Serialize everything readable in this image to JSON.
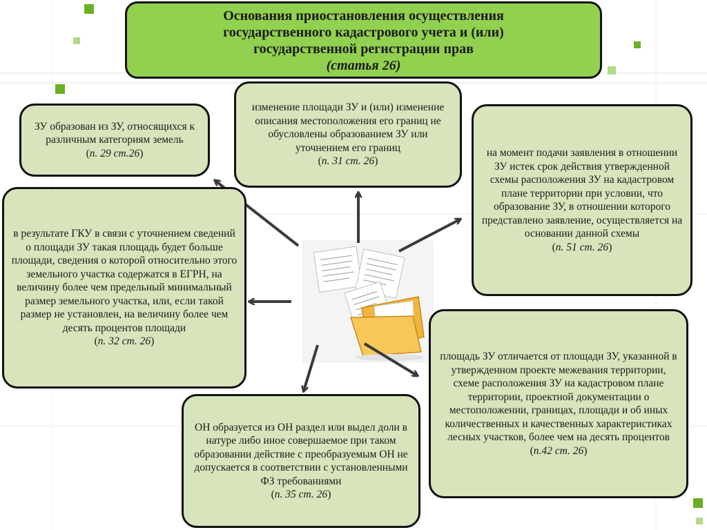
{
  "title": {
    "lines": [
      "Основания приостановления осуществления",
      "государственного кадастрового учета и (или)",
      "государственной регистрации прав"
    ],
    "ref": "(статья 26)"
  },
  "boxes": {
    "b29": {
      "text": "ЗУ образован из ЗУ, относящихся к различным категориям земель",
      "ref_open": "(",
      "ref": "п. 29 ст.26",
      "ref_close": ")"
    },
    "b31": {
      "text": "изменение площади ЗУ и (или) изменение описания местоположения его границ не обусловлены образованием ЗУ или уточнением его границ",
      "ref_open": "(",
      "ref": "п. 31 ст. 26",
      "ref_close": ")"
    },
    "b51": {
      "text": "на момент подачи заявления в отношении ЗУ истек срок действия утвержденной схемы расположения ЗУ на кадастровом плане территории при условии, что образование ЗУ, в отношении которого представлено заявление, осуществляется на основании данной схемы",
      "ref_open": "(",
      "ref": "п. 51 ст. 26",
      "ref_close": ")"
    },
    "b32": {
      "text": "в результате ГКУ в связи с уточнением сведений о площади ЗУ такая площадь будет больше площади, сведения о которой относительно этого земельного участка содержатся в ЕГРН, на величину более чем предельный минимальный размер земельного участка, или, если такой размер не установлен, на величину более чем десять процентов площади",
      "ref_open": "(",
      "ref": "п. 32 ст. 26",
      "ref_close": ")"
    },
    "b42": {
      "text": "площадь ЗУ отличается от площади ЗУ, указанной в утвержденном проекте межевания территории, схеме расположения ЗУ на кадастровом плане территории, проектной документации о местоположении, границах, площади и об иных количественных и качественных характеристиках лесных участков, более чем на десять процентов",
      "ref_open": "(",
      "ref": "п.42 ст. 26",
      "ref_close": ")"
    },
    "b35": {
      "text": "ОН образуется из ОН раздел или выдел доли в натуре либо иное совершаемое при таком образовании действие с преобразуемым ОН не допускается в соответствии с установленными ФЗ требованиями",
      "ref_open": "(",
      "ref": "п. 35 ст. 26",
      "ref_close": ")"
    }
  },
  "colors": {
    "title_fill": "#92d050",
    "box_fill": "#d8e4bc",
    "border": "#111111",
    "arrow": "#3a3a3a",
    "square_green": "#6ab023",
    "square_light": "#b5d98a"
  }
}
